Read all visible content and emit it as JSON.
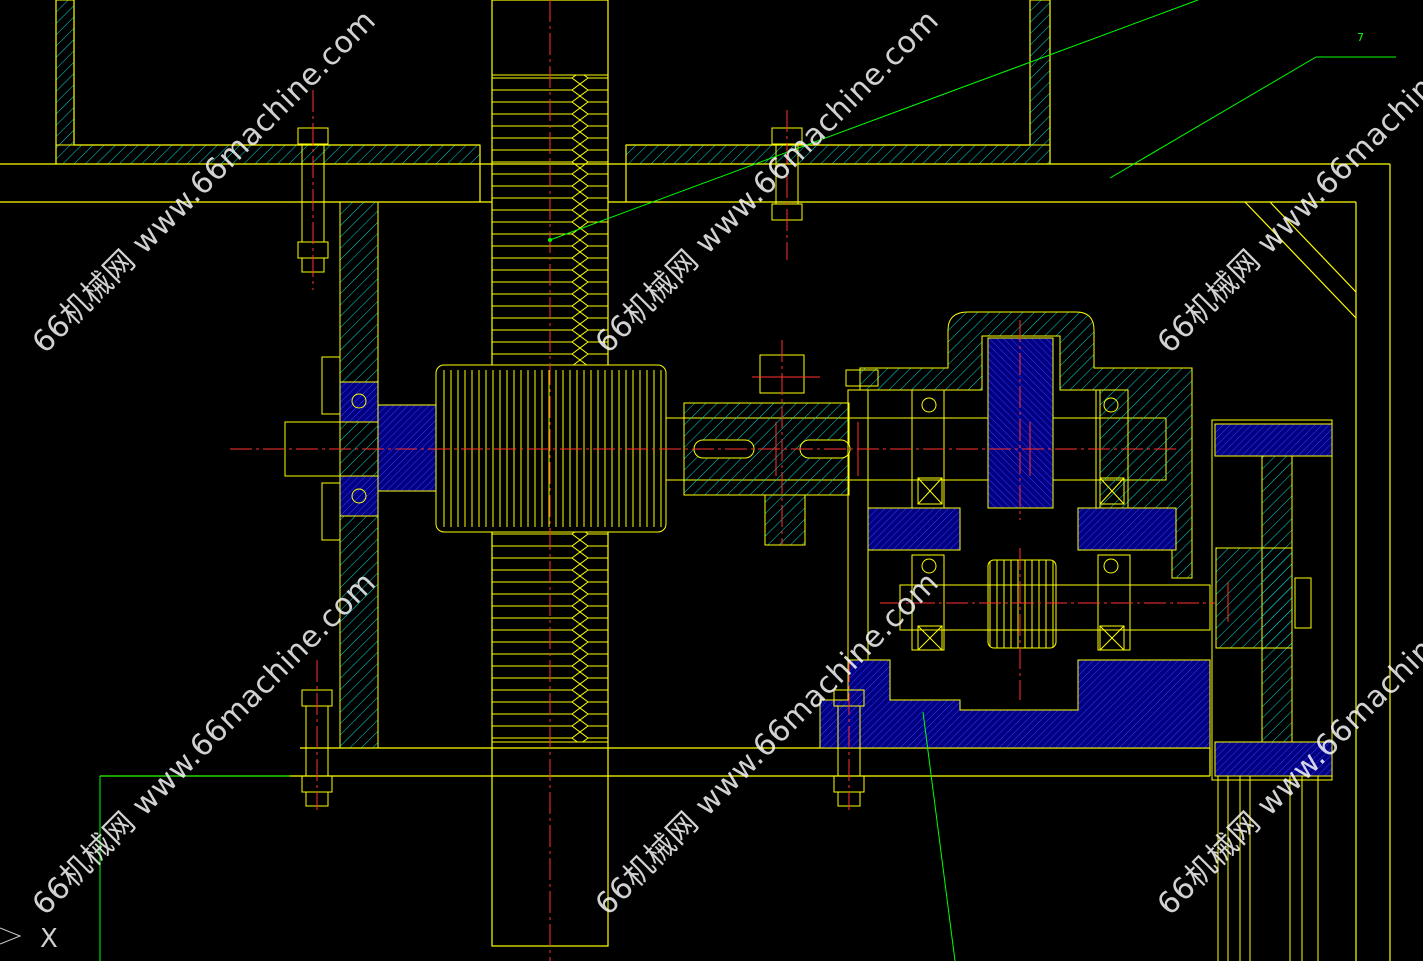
{
  "watermark": {
    "text": "66机械网 www.66machine.com"
  },
  "labels": {
    "leader_number": "7",
    "ucs_axis": "X"
  },
  "colors": {
    "background": "#000000",
    "outline": "#ffff00",
    "hatch": "#00ffff",
    "centerline": "#ff0000",
    "leader": "#00ff00",
    "section_fill": "#000080",
    "bolt": "#ffff00"
  }
}
